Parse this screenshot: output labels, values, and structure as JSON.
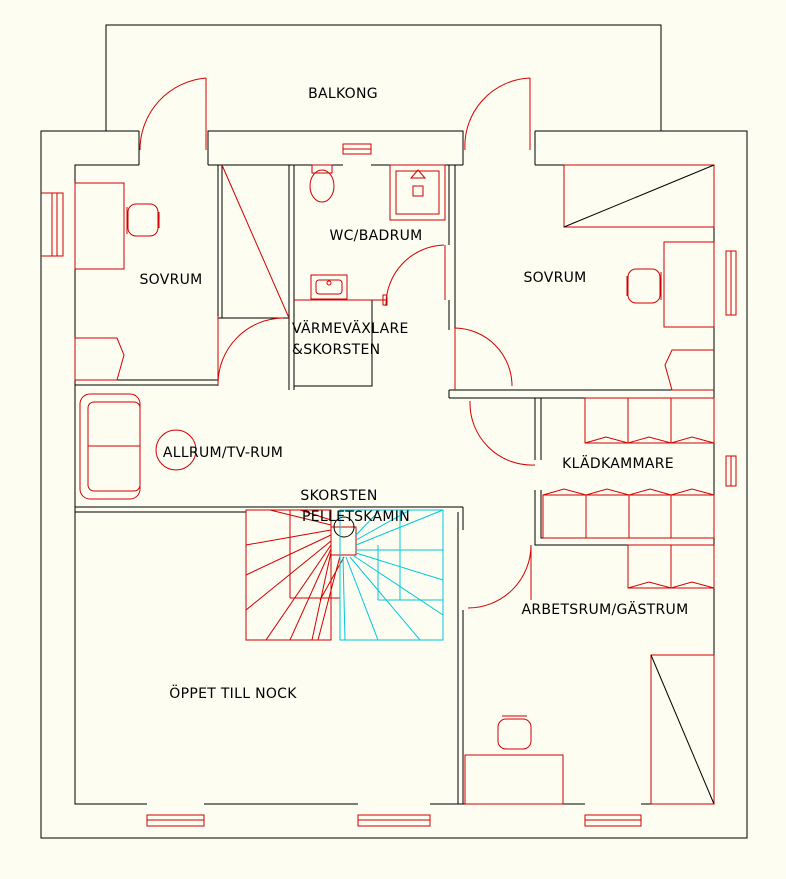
{
  "plan": {
    "rooms": {
      "balkong": "BALKONG",
      "sovrum_left": "SOVRUM",
      "wc_badrum": "WC/BADRUM",
      "sovrum_right": "SOVRUM",
      "varmevaxlare_1": "VÄRMEVÄXLARE",
      "varmevaxlare_2": "&SKORSTEN",
      "allrum": "ALLRUM/TV-RUM",
      "kladkammare": "KLÄDKAMMARE",
      "skorsten_1": "SKORSTEN",
      "skorsten_2": "PELLETSKAMIN",
      "arbetsrum": "ARBETSRUM/GÄSTRUM",
      "oppet": "ÖPPET TILL NOCK"
    },
    "colors": {
      "background": "#fdfdf2",
      "wall": "#000000",
      "fixture": "#d40000",
      "stair_upper": "#00c8dc"
    }
  }
}
